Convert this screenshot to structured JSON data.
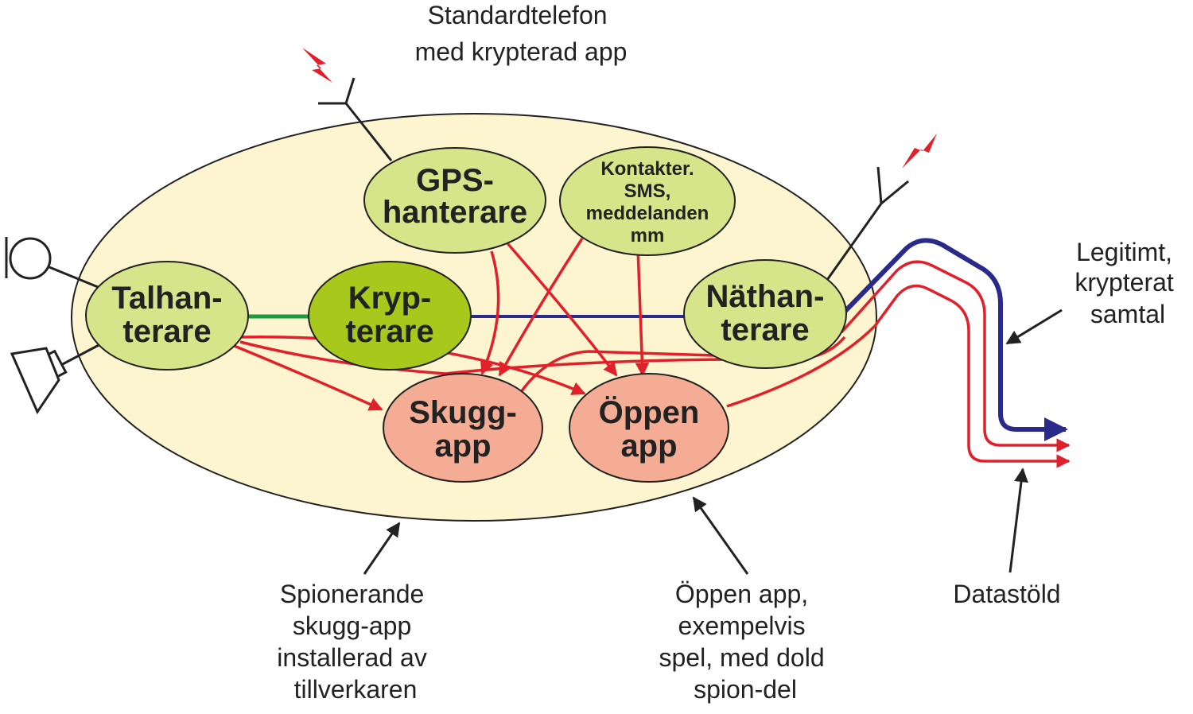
{
  "title": [
    "Standardtelefon",
    "med krypterad app"
  ],
  "nodes": {
    "gps": [
      "GPS-",
      "hanterare"
    ],
    "contacts": [
      "Kontakter.",
      "SMS,",
      "meddelanden",
      "mm"
    ],
    "talk": [
      "Talhan-",
      "terare"
    ],
    "crypto": [
      "Kryp-",
      "terare"
    ],
    "net": [
      "Näthan-",
      "terare"
    ],
    "shadow": [
      "Skugg-",
      "app"
    ],
    "open": [
      "Öppen",
      "app"
    ]
  },
  "captions": {
    "legit": [
      "Legitimt,",
      "krypterat",
      "samtal"
    ],
    "shadow": [
      "Spionerande",
      "skugg-app",
      "installerad av",
      "tillverkaren"
    ],
    "open": [
      "Öppen app,",
      "exempelvis",
      "spel, med dold",
      "spion-del"
    ],
    "theft": [
      "Datastöld"
    ]
  },
  "colors": {
    "phone_body": "#fdf5d0",
    "manager_node": "#d6e48a",
    "crypto_node": "#a8c81c",
    "app_node": "#f4ad94",
    "red_flow": "#e0202a",
    "blue_flow": "#2a2a8a",
    "green_link": "#1a9a3a"
  }
}
